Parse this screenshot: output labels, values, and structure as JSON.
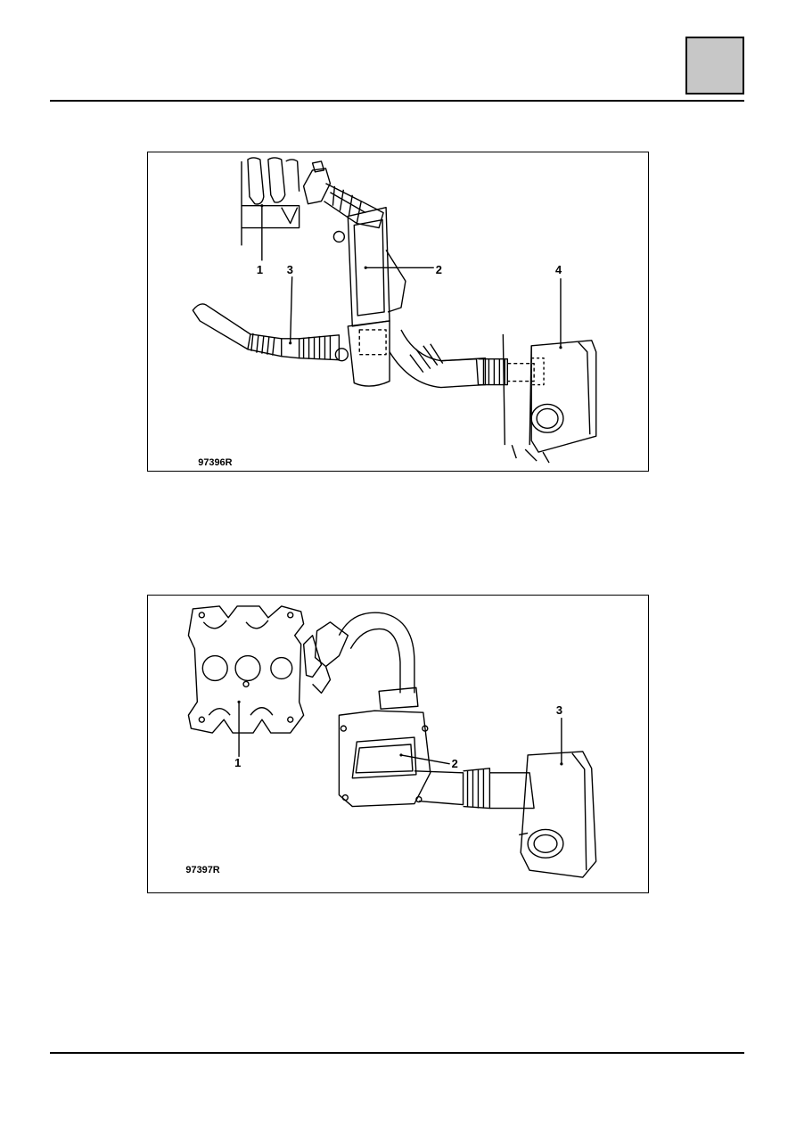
{
  "figure_1": {
    "reference": "97396R",
    "callouts": [
      "1",
      "3",
      "2",
      "4"
    ]
  },
  "figure_2": {
    "reference": "97397R",
    "callouts": [
      "3",
      "1",
      "2"
    ]
  }
}
